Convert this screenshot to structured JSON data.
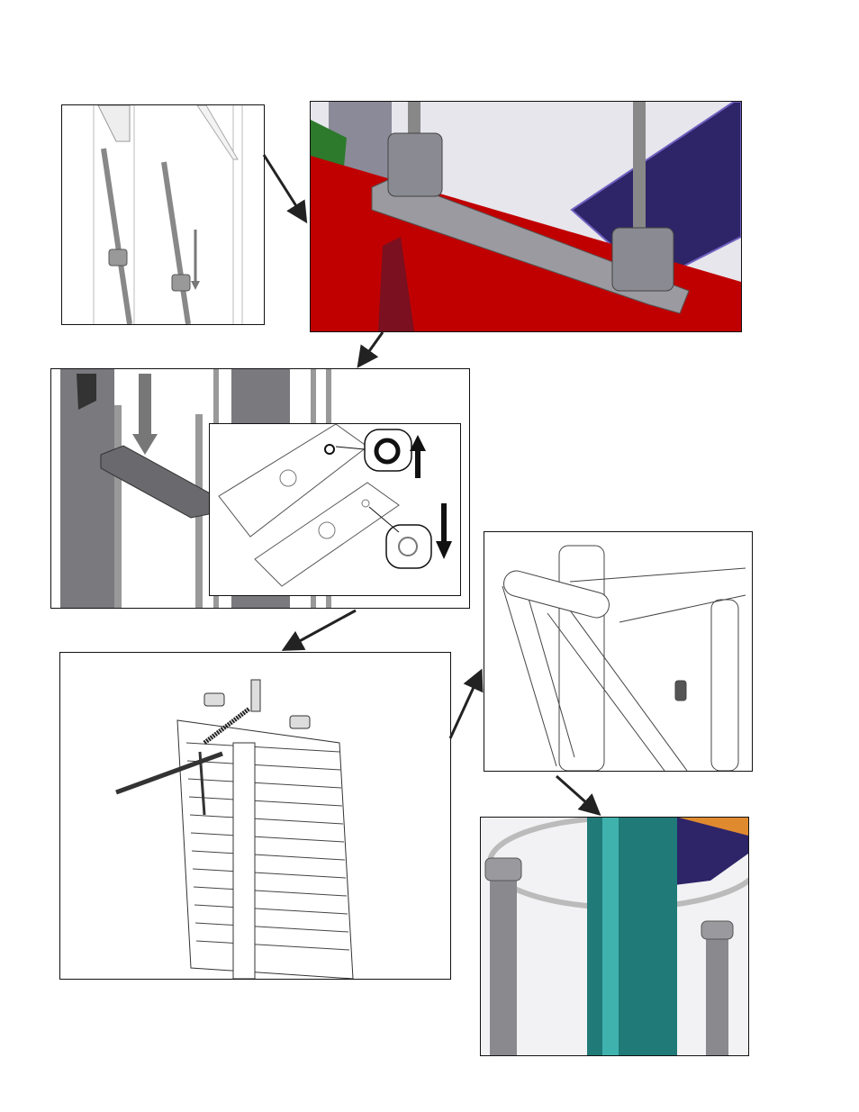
{
  "colors": {
    "frame_red": "#c00000",
    "seat_purple": "#2e2468",
    "post_teal": "#1f7a78",
    "steel_gray": "#8a8a8e",
    "green_plate": "#2d7a2d"
  },
  "panels": [
    {
      "id": "guide-rods-top"
    },
    {
      "id": "rod-bracket-closeup"
    },
    {
      "id": "top-plate-bushings"
    },
    {
      "id": "bushing-detail-inset"
    },
    {
      "id": "weight-stack"
    },
    {
      "id": "press-arm-assembly"
    },
    {
      "id": "upright-post-closeup"
    }
  ]
}
